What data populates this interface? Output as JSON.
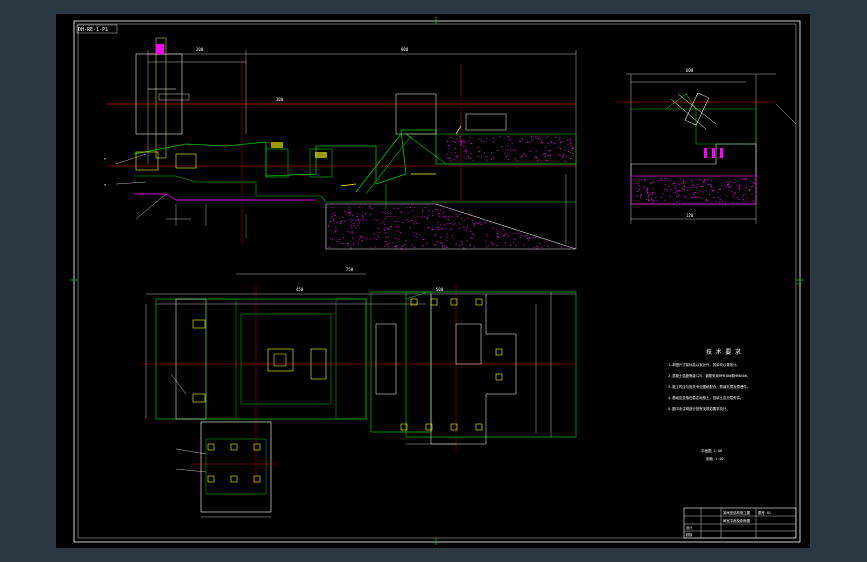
{
  "viewer": {
    "background": "#2b3743",
    "sheet_color": "#000000"
  },
  "colors": {
    "frame": "#ffffff",
    "outline": "#00c800",
    "hidden": "#ff00ff",
    "center": "#c80000",
    "dim": "#e8e8e8",
    "accent": "#ffff00",
    "cyan": "#00ffff"
  },
  "drawing": {
    "corner_tag": "DH-RE-1-P1",
    "notes_title": "技 术 要 求",
    "notes": [
      "1.本图尺寸除标高以米计外，其余均以毫米计。",
      "2.混凝土强度等级C25，钢筋采用HPB300和HRB400。",
      "3.施工时应与相关专业图纸配合，预留孔洞及预埋件。",
      "4.基础应坐落在稳定地基上，回填土应分层夯实。",
      "5.图中未注明部分按有关规范要求执行。"
    ],
    "scale_line1": "平面图 1:50",
    "scale_line2": "剖面 1:50",
    "title_block": {
      "project": "某闸室结构施工图",
      "drawing_name": "闸室平面及剖面图",
      "designer": "设计",
      "checker": "校核",
      "sheet_no": "图号 01"
    },
    "dims": {
      "top_a": "200",
      "top_b": "300",
      "top_total": "900",
      "plan_total": "750",
      "plan_a": "450",
      "plan_b": "500",
      "sec_width": "120",
      "sec_top": "600"
    }
  }
}
